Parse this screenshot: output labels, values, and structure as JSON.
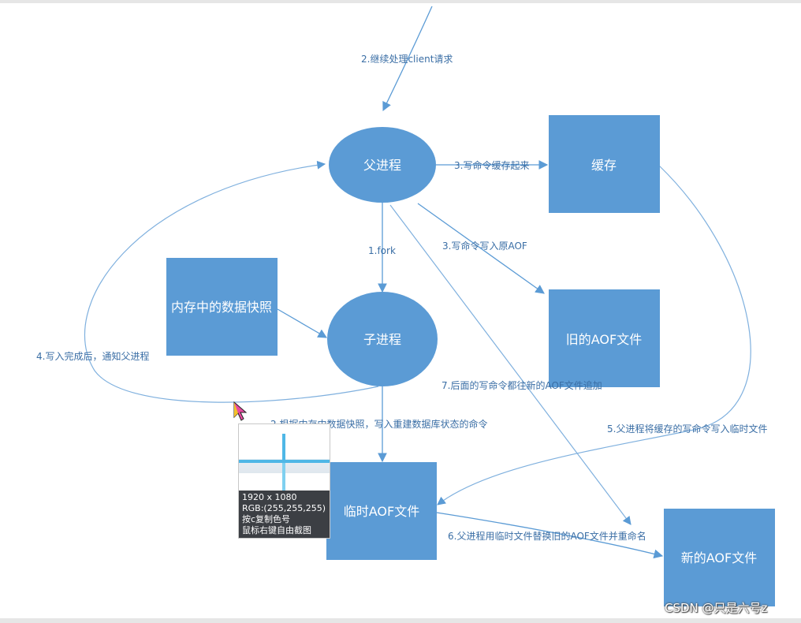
{
  "nodes": {
    "parent": "父进程",
    "child": "子进程",
    "cache": "缓存",
    "snapshot": "内存中的数据快照",
    "old_aof": "旧的AOF文件",
    "temp_aof": "临时AOF文件",
    "new_aof": "新的AOF文件"
  },
  "edges": {
    "continue_client": "2.继续处理client请求",
    "write_cache": "3.写命令缓存起来",
    "fork": "1.fork",
    "write_old_aof": "3.写命令写入原AOF",
    "notify_parent": "4.写入完成后，通知父进程",
    "later_writes": "7.后面的写命令都往新的AOF文件追加",
    "rebuild_commands": "2.根据内存中数据快照，写入重建数据库状态的命令",
    "cache_to_temp": "5.父进程将缓存的写命令写入临时文件",
    "replace_rename": "6.父进程用临时文件替换旧的AOF文件并重命名"
  },
  "picker": {
    "size": "1920 x 1080",
    "rgb": "RGB:(255,255,255)",
    "copy_hint": "按c复制色号",
    "capture_hint": "鼠标右键自由截图"
  },
  "watermark": "CSDN @只是六号z",
  "colors": {
    "node_fill": "#5b9bd5",
    "edge_stroke": "#5b9bd5",
    "label_text": "#3a6ea5",
    "picker_line": "#4fb7e6",
    "picker_panel": "#3c3f44"
  }
}
